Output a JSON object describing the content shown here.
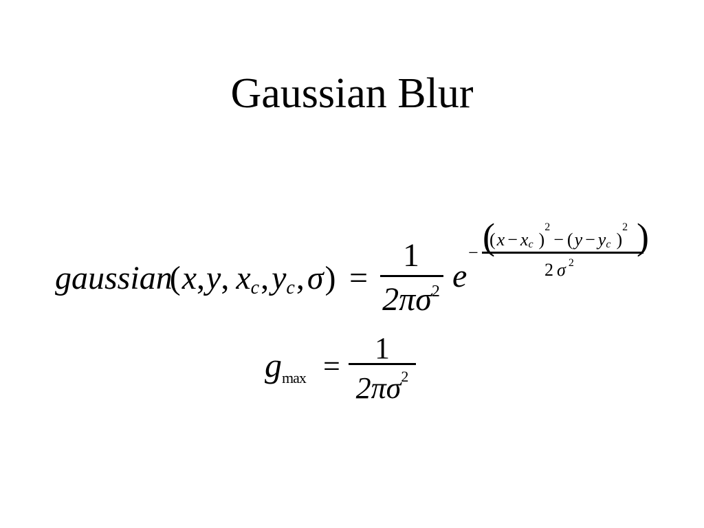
{
  "slide": {
    "title": "Gaussian Blur"
  },
  "gaussian_formula": {
    "function_name": "gaussian",
    "open_paren": "(",
    "close_paren": ")",
    "comma": ",",
    "var_x": "x",
    "var_y": "y",
    "subscript_c": "c",
    "var_sigma": "σ",
    "equals": "=",
    "coefficient": {
      "numerator": "1",
      "denominator": "2πσ",
      "denominator_power": "2"
    },
    "base": "e",
    "exponent": {
      "sign": "−",
      "numerator": {
        "open": "(",
        "close": ")",
        "minus": "−",
        "var_x": "x",
        "var_y": "y",
        "subscript_c": "c",
        "power": "2"
      },
      "denominator": {
        "two": "2",
        "sigma": "σ",
        "power": "2"
      }
    }
  },
  "gmax_formula": {
    "symbol": "g",
    "subscript": "max",
    "equals": "=",
    "numerator": "1",
    "denominator": "2πσ",
    "denominator_power": "2"
  }
}
